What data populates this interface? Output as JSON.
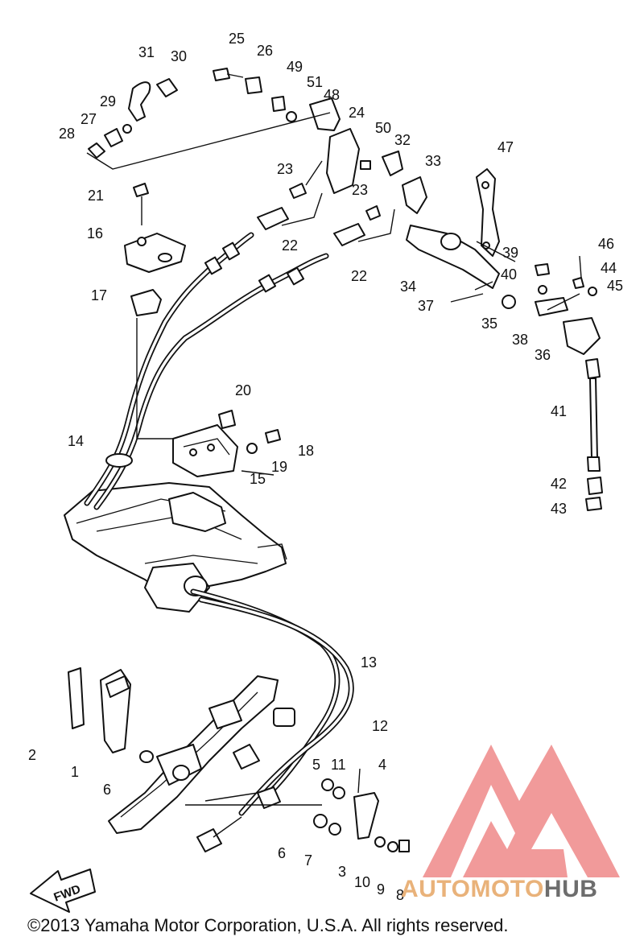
{
  "callouts": [
    "1",
    "2",
    "3",
    "4",
    "5",
    "6",
    "6",
    "7",
    "8",
    "9",
    "10",
    "11",
    "12",
    "13",
    "14",
    "15",
    "16",
    "17",
    "18",
    "19",
    "20",
    "21",
    "22",
    "22",
    "23",
    "23",
    "24",
    "25",
    "26",
    "27",
    "28",
    "29",
    "30",
    "31",
    "32",
    "33",
    "34",
    "35",
    "36",
    "37",
    "38",
    "39",
    "40",
    "41",
    "42",
    "43",
    "44",
    "45",
    "46",
    "47",
    "48",
    "49",
    "50",
    "51"
  ],
  "fwd_label": "FWD",
  "watermark": {
    "brand_part1": "AUTOMOTO",
    "brand_part2": "HUB",
    "color_primary": "#e9b27a",
    "color_secondary": "#6d6d6d",
    "logo_color": "#ef8f8f"
  },
  "copyright": "©2013 Yamaha Motor Corporation, U.S.A. All rights reserved."
}
